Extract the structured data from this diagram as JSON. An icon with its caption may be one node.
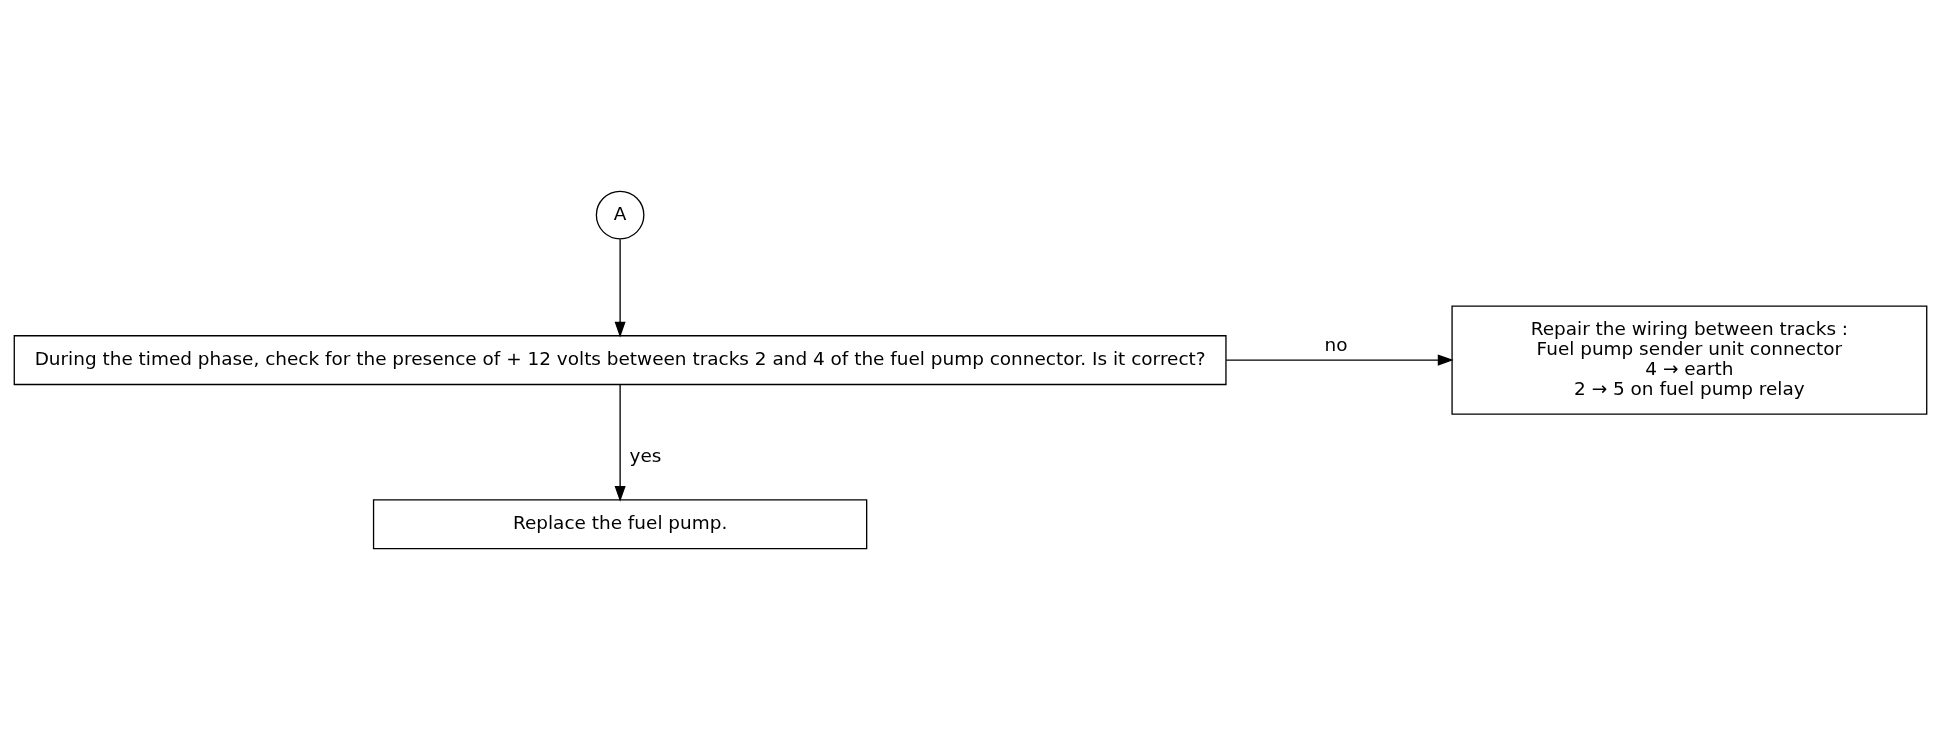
{
  "diagram": {
    "nodes": [
      {
        "text": [
          "A"
        ]
      },
      {
        "text": [
          "During the timed phase, check for the presence of + 12 volts between tracks 2 and 4 of the fuel pump connector. Is it correct?"
        ]
      },
      {
        "text": [
          "Repair the wiring between tracks :",
          "Fuel pump sender unit connector",
          "4 → earth",
          "2 → 5 on fuel pump relay"
        ]
      },
      {
        "text": [
          "Replace the fuel pump."
        ]
      }
    ],
    "edges": [
      {
        "from": 0,
        "to": 1,
        "arrow": "to"
      },
      {
        "from": 1,
        "to": 2,
        "arrow": "to",
        "label": "no"
      },
      {
        "from": 1,
        "to": 3,
        "arrow": "to",
        "label": "yes"
      }
    ]
  }
}
